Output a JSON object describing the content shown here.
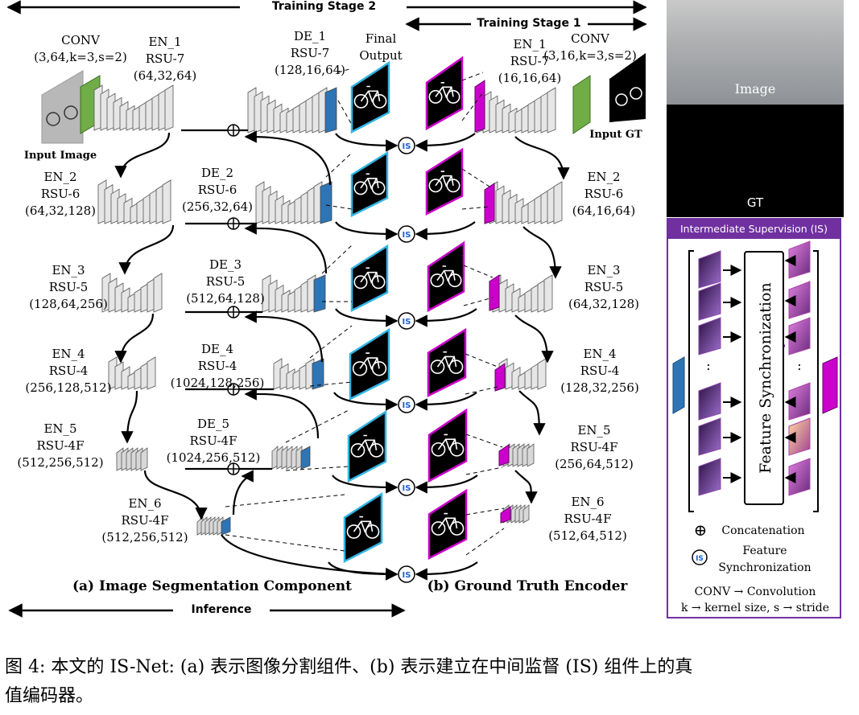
{
  "stages": {
    "training_stage_2": "Training Stage 2",
    "training_stage_1": "Training Stage 1",
    "inference": "Inference"
  },
  "input_image_label": "Input Image",
  "input_gt_label": "Input GT",
  "final_output": [
    "Final",
    "Output"
  ],
  "is_marker": "IS",
  "seg": {
    "conv": [
      "CONV",
      "(3,64,k=3,s=2)"
    ],
    "encoders": [
      [
        "EN_1",
        "RSU-7",
        "(64,32,64)"
      ],
      [
        "EN_2",
        "RSU-6",
        "(64,32,128)"
      ],
      [
        "EN_3",
        "RSU-5",
        "(128,64,256)"
      ],
      [
        "EN_4",
        "RSU-4",
        "(256,128,512)"
      ],
      [
        "EN_5",
        "RSU-4F",
        "(512,256,512)"
      ],
      [
        "EN_6",
        "RSU-4F",
        "(512,256,512)"
      ]
    ],
    "decoders": [
      [
        "DE_1",
        "RSU-7",
        "(128,16,64)"
      ],
      [
        "DE_2",
        "RSU-6",
        "(256,32,64)"
      ],
      [
        "DE_3",
        "RSU-5",
        "(512,64,128)"
      ],
      [
        "DE_4",
        "RSU-4",
        "(1024,128,256)"
      ],
      [
        "DE_5",
        "RSU-4F",
        "(1024,256,512)"
      ]
    ],
    "caption": "(a) Image Segmentation Component"
  },
  "gt": {
    "conv": [
      "CONV",
      "(3,16,k=3,s=2)"
    ],
    "encoders": [
      [
        "EN_1",
        "RSU-7",
        "(16,16,64)"
      ],
      [
        "EN_2",
        "RSU-6",
        "(64,16,64)"
      ],
      [
        "EN_3",
        "RSU-5",
        "(64,32,128)"
      ],
      [
        "EN_4",
        "RSU-4",
        "(128,32,256)"
      ],
      [
        "EN_5",
        "RSU-4F",
        "(256,64,512)"
      ],
      [
        "EN_6",
        "RSU-4F",
        "(512,64,512)"
      ]
    ],
    "caption": "(b) Ground Truth Encoder"
  },
  "side": {
    "image_label": "Image",
    "gt_label": "GT",
    "is_title": "Intermediate Supervision (IS)",
    "feature_sync": "Feature Synchronization",
    "legend": {
      "concat_symbol": "⊕",
      "concat": "Concatenation",
      "is_symbol": "IS",
      "fs": [
        "Feature",
        "Synchronization"
      ],
      "conv": "CONV → Convolution",
      "kernel": "k → kernel size, s → stride"
    }
  },
  "colors": {
    "conv_green": "#70ad47",
    "seg_blue": "#2e75b6",
    "gt_magenta": "#cc00cc",
    "decoder_red": "#e03030",
    "panel_purple": "#7030a0",
    "output_border_cyan": "#33b5e5"
  },
  "figure_caption": [
    "图 4: 本文的 IS-Net: (a) 表示图像分割组件、(b) 表示建立在中间监督 (IS) 组件上的真",
    "值编码器。"
  ]
}
